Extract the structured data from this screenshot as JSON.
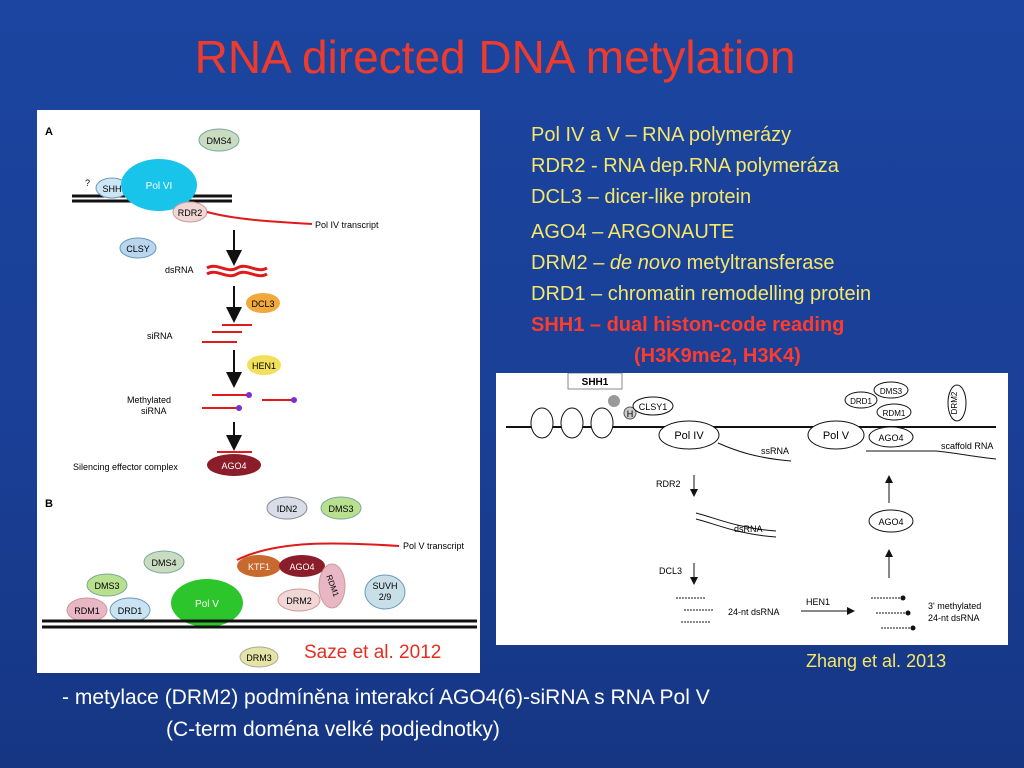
{
  "title": "RNA directed DNA metylation",
  "legend": {
    "l1": "Pol IV a V – RNA polymerázy",
    "l2": "RDR2 - RNA dep.RNA polymeráza",
    "l3": "DCL3 – dicer-like protein",
    "l4": "AGO4 – ARGONAUTE",
    "l5a": "DRM2 – ",
    "l5b": "de novo",
    "l5c": " metyltransferase",
    "l6": "DRD1 – chromatin remodelling protein",
    "l7": "SHH1 – dual histon-code reading",
    "l8": "(H3K9me2, H3K4)"
  },
  "figA": {
    "panel_a": "A",
    "panel_b": "B",
    "dms4": "DMS4",
    "shh": "SHH",
    "polvi": "Pol VI",
    "q": "?",
    "rdr2": "RDR2",
    "clsy": "CLSY",
    "polIV_transcript": "Pol IV transcript",
    "dsrna": "dsRNA",
    "dcl3": "DCL3",
    "sirna": "siRNA",
    "hen1": "HEN1",
    "meth1": "Methylated",
    "meth2": "siRNA",
    "silencing": "Silencing effector complex",
    "ago4": "AGO4",
    "idn2": "IDN2",
    "dms3": "DMS3",
    "polV_transcript": "Pol V transcript",
    "ktf1": "KTF1",
    "rdm1": "RDM1",
    "drd1": "DRD1",
    "polv": "Pol V",
    "drm2": "DRM2",
    "suvh": "SUVH",
    "suvh2": "2/9",
    "drm3": "DRM3"
  },
  "figB": {
    "shh1": "SHH1",
    "clsy1": "CLSY1",
    "h": "H",
    "polIV": "Pol IV",
    "polV": "Pol V",
    "ssrna": "ssRNA",
    "drd1": "DRD1",
    "dms3": "DMS3",
    "rdm1": "RDM1",
    "drm2": "DRM2",
    "ago4": "AGO4",
    "scaffold": "scaffold RNA",
    "rdr2": "RDR2",
    "dsrna": "dsRNA",
    "dcl3": "DCL3",
    "nt24": "24-nt dsRNA",
    "hen1": "HEN1",
    "meth3": "3' methylated",
    "meth24": "24-nt dsRNA"
  },
  "citations": {
    "saze": "Saze et al. 2012",
    "zhang": "Zhang et al. 2013"
  },
  "bottom": {
    "line1": "- metylace (DRM2) podmíněna interakcí AGO4(6)-siRNA s RNA Pol V",
    "line2": "(C-term doména velké podjednotky)"
  },
  "colors": {
    "title": "#ef3b2c",
    "legend": "#f5e76a",
    "highlight": "#ff3b2c",
    "background": "#1b45a0"
  }
}
